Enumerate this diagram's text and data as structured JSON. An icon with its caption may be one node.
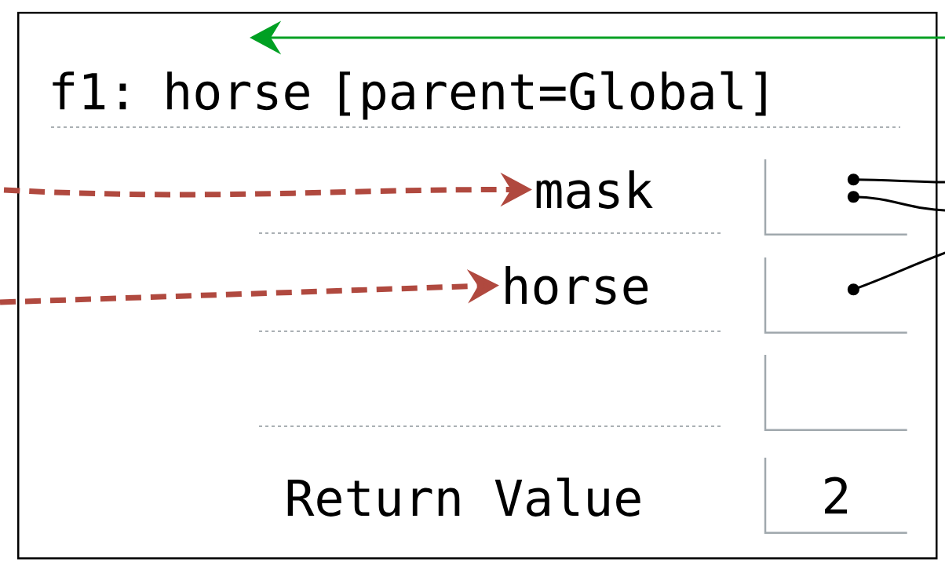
{
  "diagram": {
    "nodes": [
      {
        "text": [
          "f1: horse [parent=Global]"
        ]
      },
      {
        "text": [
          "mask"
        ],
        "in": 0
      },
      {
        "text": [],
        "shape": "box",
        "in": 0
      },
      {
        "text": [
          "horse"
        ],
        "in": 0
      },
      {
        "text": [],
        "shape": "box",
        "in": 0
      },
      {
        "text": [],
        "shape": "box",
        "in": 0
      },
      {
        "text": [
          "Return Value"
        ],
        "in": 0
      },
      {
        "text": [
          "2"
        ],
        "in": 0
      }
    ],
    "edges": [
      {
        "from": null,
        "to": 0,
        "arrow": "to",
        "color": "#00a023"
      },
      {
        "from": null,
        "to": 1,
        "arrow": "to",
        "style": "dashed",
        "color": "#b0493f"
      },
      {
        "from": null,
        "to": 3,
        "arrow": "to",
        "style": "dashed",
        "color": "#b0493f"
      },
      {
        "from": 2,
        "to": null,
        "arrow": "other"
      },
      {
        "from": 2,
        "to": null,
        "arrow": "other"
      },
      {
        "from": 4,
        "to": null,
        "arrow": "other"
      }
    ]
  }
}
